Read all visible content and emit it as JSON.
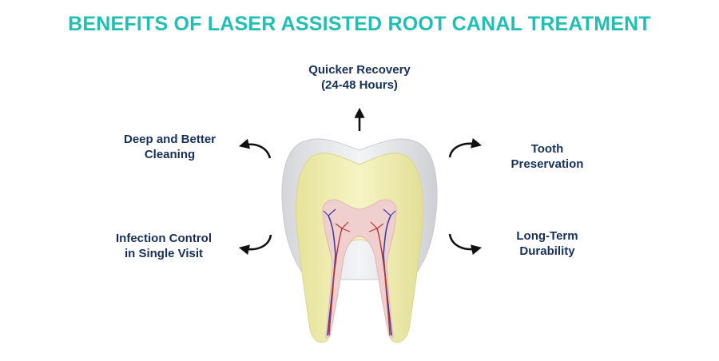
{
  "title": "BENEFITS OF LASER ASSISTED ROOT CANAL TREATMENT",
  "benefits": {
    "top": {
      "line1": "Quicker Recovery",
      "line2": "(24-48 Hours)"
    },
    "upper_left": {
      "line1": "Deep and Better",
      "line2": "Cleaning"
    },
    "upper_right": {
      "line1": "Tooth",
      "line2": "Preservation"
    },
    "lower_left": {
      "line1": "Infection Control",
      "line2": "in Single Visit"
    },
    "lower_right": {
      "line1": "Long-Term",
      "line2": "Durability"
    }
  },
  "colors": {
    "title": "#1fbfb4",
    "label": "#17305a",
    "enamel": "#e4e5e8",
    "dentin": "#f1efb4",
    "pulp": "#f0cfcf",
    "artery": "#c0332e",
    "vein": "#3b3fa6",
    "arrow": "#111111"
  }
}
